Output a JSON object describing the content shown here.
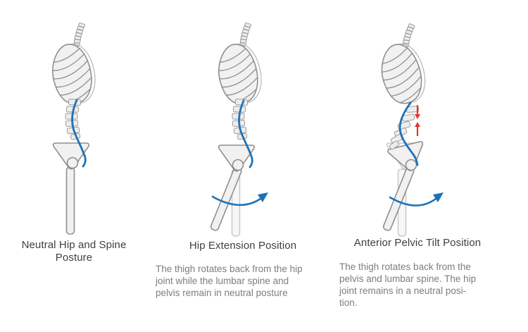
{
  "colors": {
    "accent_blue": "#1e72b8",
    "alert_red": "#e8342c",
    "outline_gray": "#8f8f8f",
    "bone_fill": "#f1f1f1",
    "ghost_stroke": "#c9c9c9",
    "ghost_fill": "#f7f7f7",
    "caption_text": "#3e3e3e",
    "body_text": "#7d7d7d",
    "background": "#ffffff"
  },
  "figures": [
    {
      "id": "neutral-posture",
      "caption": "Neutral Hip and Spine\nPosture",
      "description": ""
    },
    {
      "id": "hip-extension",
      "caption": "Hip Extension Position",
      "description": "The thigh rotates back from the hip\njoint while the lumbar spine and\npelvis remain in neutral posture"
    },
    {
      "id": "anterior-pelvic-tilt",
      "caption": "Anterior Pelvic Tilt Position",
      "description": "The thigh rotates back from the\npelvis and lumbar spine.  The hip\njoint remains in a neutral posi-\ntion."
    }
  ],
  "icons": {
    "rotation_arrow": "curved-arrow-right",
    "compression_arrows": "arrows-toward-each-other"
  }
}
